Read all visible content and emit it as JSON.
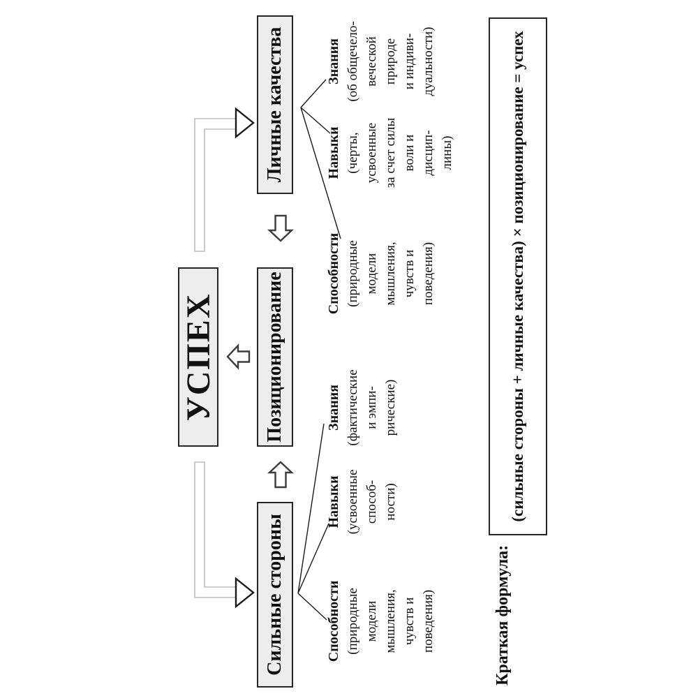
{
  "colors": {
    "background": "#ffffff",
    "box_fill": "#ededed",
    "box_border": "#262626",
    "connector_line": "#1a1a1a",
    "bent_arrow_stroke": "#bdbdbd",
    "block_arrow_stroke": "#3b3b3b"
  },
  "diagram": {
    "success": {
      "label": "УСПЕХ"
    },
    "positioning": {
      "label": "Позиционирование"
    },
    "strengths": {
      "label": "Сильные стороны",
      "children": [
        {
          "title": "Способности",
          "description": "(природные\nмодели\nмышления,\nчувств и\nповедения)"
        },
        {
          "title": "Навыки",
          "description": "(усвоенные\nспособ-\nности)"
        },
        {
          "title": "Знания",
          "description": "(фактические\nи эмпи-\nрические)"
        }
      ]
    },
    "personal_qualities": {
      "label": "Личные качества",
      "children": [
        {
          "title": "Способности",
          "description": "(природные\nмодели\nмышления,\nчувств и\nповедения)"
        },
        {
          "title": "Навыки",
          "description": "(черты,\nусвоенные\nза счет силы\nволи и\nдисцип-\nлины)"
        },
        {
          "title": "Знания",
          "description": "(об общечело-\nвеческой\nприроде\nи индиви-\nдуальности)"
        }
      ]
    },
    "formula": {
      "label": "Краткая формула:",
      "text": "(сильные стороны + личные качества) × позиционирование = успех"
    }
  }
}
